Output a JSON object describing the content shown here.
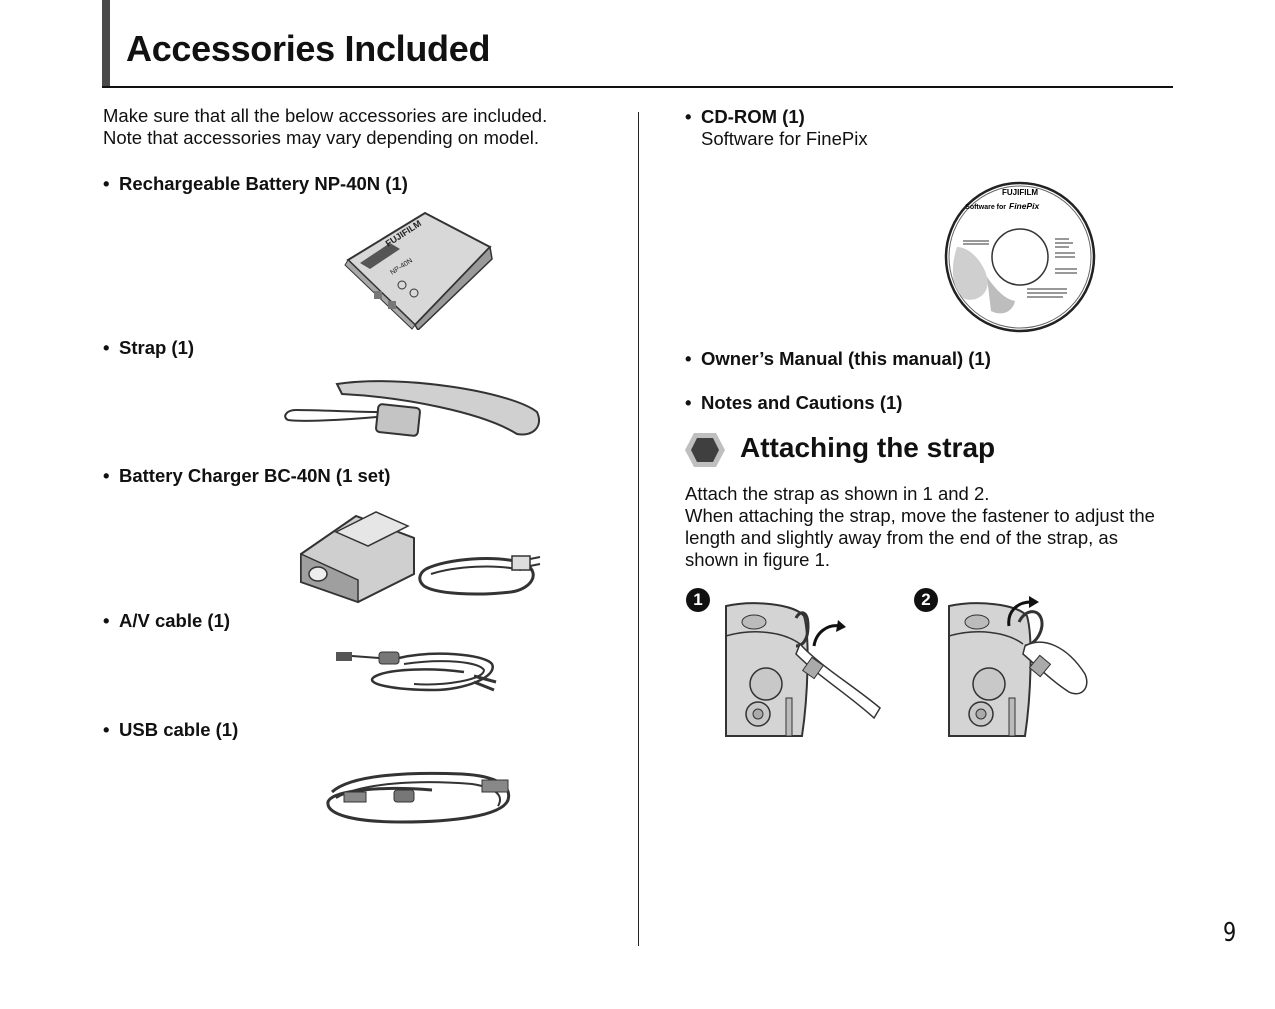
{
  "header": {
    "title": "Accessories Included"
  },
  "intro": {
    "line1": "Make sure that all the below accessories are included.",
    "line2": "Note that accessories may vary depending on model."
  },
  "left_items": [
    {
      "bullet": "•",
      "label": "Rechargeable Battery NP-40N (1)"
    },
    {
      "bullet": "•",
      "label": "Strap (1)"
    },
    {
      "bullet": "•",
      "label": "Battery Charger BC-40N (1 set)"
    },
    {
      "bullet": "•",
      "label": "A/V cable (1)"
    },
    {
      "bullet": "•",
      "label": "USB cable (1)"
    }
  ],
  "right_items": [
    {
      "bullet": "•",
      "label": "CD-ROM (1)",
      "sub": "Software for FinePix"
    },
    {
      "bullet": "•",
      "label": "Owner’s Manual (this manual) (1)"
    },
    {
      "bullet": "•",
      "label": "Notes and Cautions (1)"
    }
  ],
  "figure_text": {
    "battery_brand": "FUJIFILM",
    "battery_model": "NP-40N",
    "cd_brand": "FUJIFILM",
    "cd_label_prefix": "Software for",
    "cd_label_product": "FinePix"
  },
  "section": {
    "title": "Attaching the strap",
    "line1": "Attach the strap as shown in 1 and 2.",
    "line2": "When attaching the strap, move the fastener to adjust the",
    "line3": "length and slightly away from the end of the strap, as",
    "line4": "shown in figure 1."
  },
  "steps": [
    {
      "number": "1"
    },
    {
      "number": "2"
    }
  ],
  "page_number": "9"
}
